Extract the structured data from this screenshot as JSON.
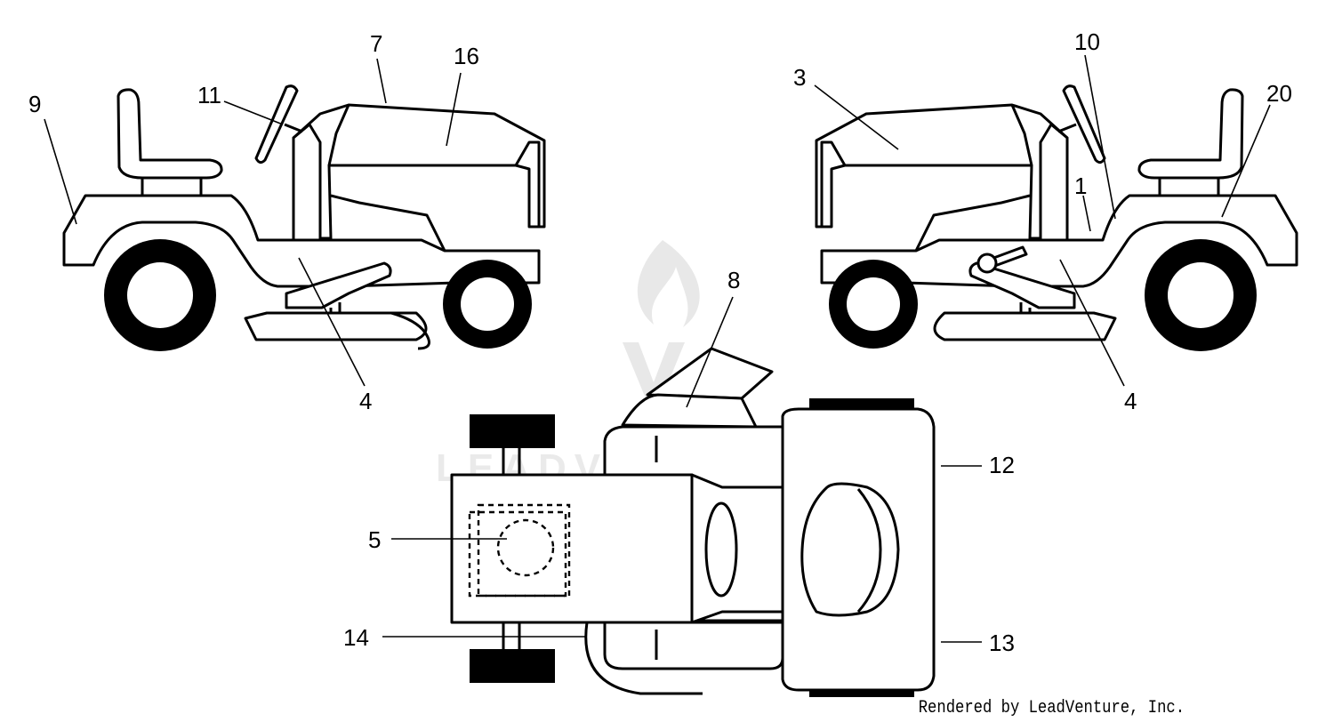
{
  "callouts": {
    "c1": "1",
    "c3": "3",
    "c4a": "4",
    "c4b": "4",
    "c5": "5",
    "c7": "7",
    "c8": "8",
    "c9": "9",
    "c10": "10",
    "c11": "11",
    "c12": "12",
    "c13": "13",
    "c14": "14",
    "c16": "16",
    "c20": "20"
  },
  "watermark": "LEADVENTURE",
  "credit": "Rendered by LeadVenture, Inc."
}
